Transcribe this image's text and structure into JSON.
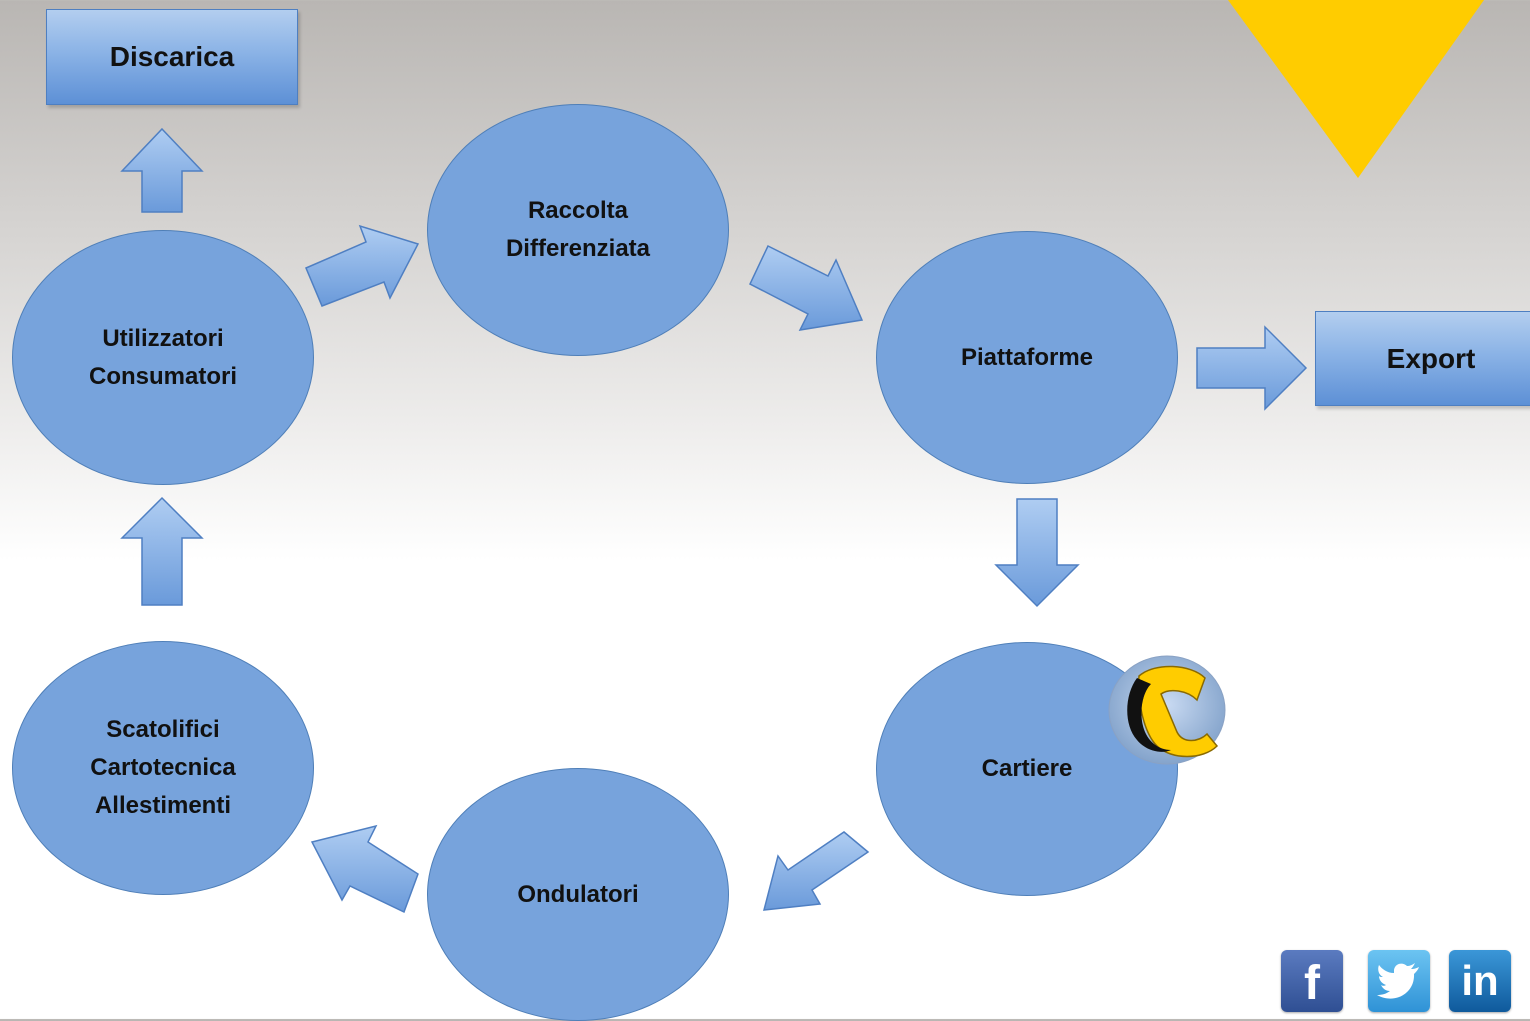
{
  "boxes": {
    "discarica": "Discarica",
    "export": "Export"
  },
  "nodes": {
    "raccolta": "Raccolta\nDifferenziata",
    "piattaforme": "Piattaforme",
    "utilizzatori": "Utilizzatori\nConsumatori",
    "cartiere": "Cartiere",
    "scatolifici": "Scatolifici\nCartotecnica\nAllestimenti",
    "ondulatori": "Ondulatori"
  },
  "social": {
    "facebook": "f",
    "twitter": "twitter-bird",
    "linkedin": "in"
  },
  "colors": {
    "node_fill": "#77a3dc",
    "node_border": "#4f7fb8",
    "arrow_light": "#a9c8f0",
    "arrow_dark": "#5b8ed6",
    "accent_yellow": "#ffcc00",
    "facebook": "#3b5998",
    "twitter": "#41a7e5",
    "linkedin": "#1b75bb"
  }
}
